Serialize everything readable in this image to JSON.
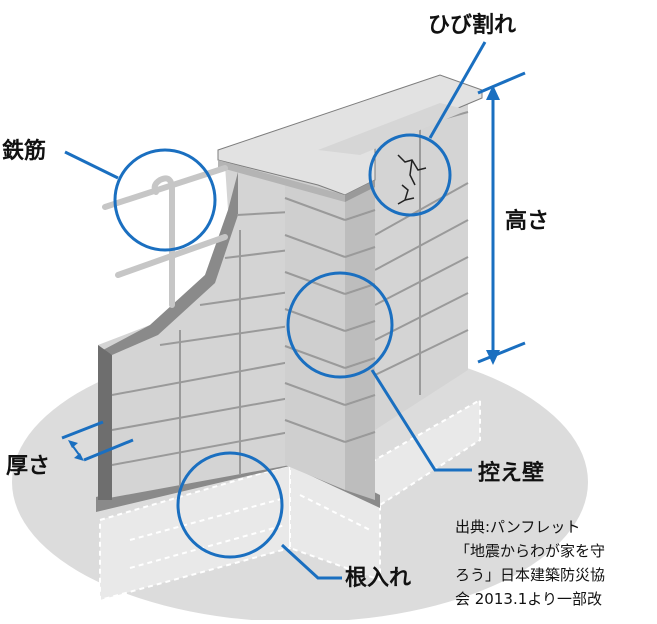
{
  "labels": {
    "rebar": "鉄筋",
    "crack": "ひび割れ",
    "height": "高さ",
    "thickness": "厚さ",
    "buttress": "控え壁",
    "embedment": "根入れ"
  },
  "source": {
    "line1": "出典:パンフレット",
    "line2": "「地震からわが家を守",
    "line3": "ろう」日本建築防災協",
    "line4": "会 2013.1より一部改"
  },
  "colors": {
    "accent": "#1a6fc0",
    "ground": "#dcdcdc",
    "wall_front": "#d4d4d4",
    "wall_dark": "#7a7a7a",
    "cap": "#e2e2e2",
    "mortar": "#999999"
  }
}
